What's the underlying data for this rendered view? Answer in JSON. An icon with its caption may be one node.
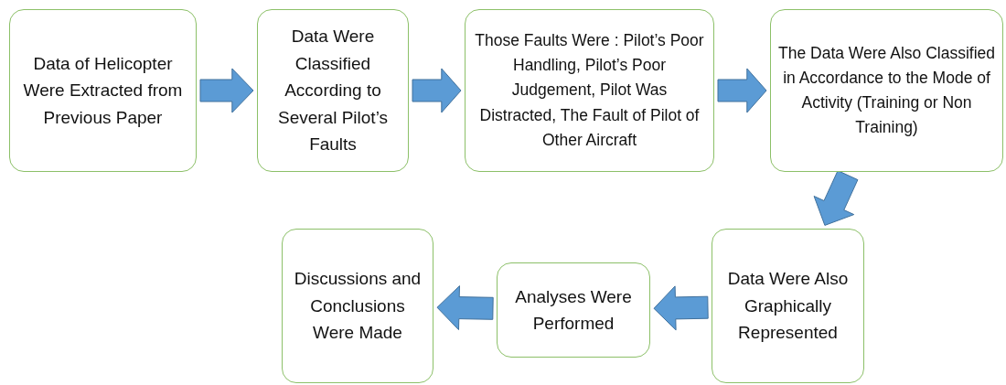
{
  "diagram": {
    "nodes": [
      {
        "text": [
          "Data of Helicopter Were Extracted from Previous Paper"
        ]
      },
      {
        "text": [
          "Data Were Classified According to Several Pilot’s Faults"
        ]
      },
      {
        "text": [
          "Those Faults Were : Pilot’s Poor Handling, Pilot’s Poor Judgement, Pilot Was Distracted, The Fault of Pilot of Other Aircraft"
        ]
      },
      {
        "text": [
          "The Data Were Also Classified in Accordance to the Mode of Activity (Training or Non Training)"
        ]
      },
      {
        "text": [
          "Data Were Also Graphically Represented"
        ]
      },
      {
        "text": [
          "Analyses Were Performed"
        ]
      },
      {
        "text": [
          "Discussions and Conclusions Were Made"
        ]
      }
    ],
    "edges": [
      {
        "from": 0,
        "to": 1,
        "arrow": "to"
      },
      {
        "from": 1,
        "to": 2,
        "arrow": "to"
      },
      {
        "from": 2,
        "to": 3,
        "arrow": "to"
      },
      {
        "from": 3,
        "to": 4,
        "arrow": "to"
      },
      {
        "from": 4,
        "to": 5,
        "arrow": "to"
      },
      {
        "from": 5,
        "to": 6,
        "arrow": "to"
      }
    ]
  }
}
